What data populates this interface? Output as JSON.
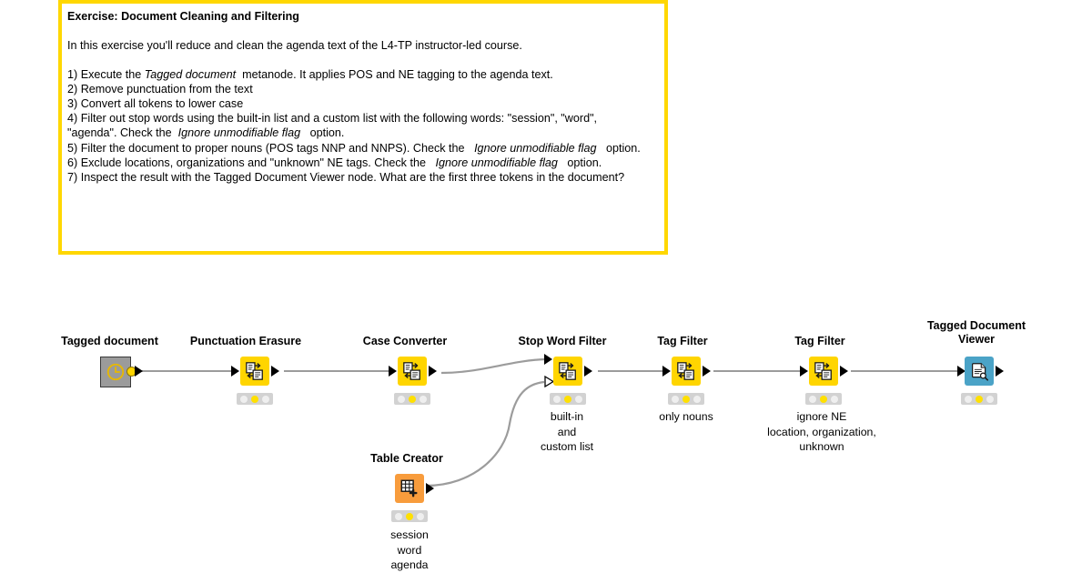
{
  "annotation": {
    "title": "Exercise: Document Cleaning and Filtering",
    "intro": "In this exercise you'll reduce and clean the agenda text of the L4-TP instructor-led course.",
    "step1_a": "1) Execute the ",
    "step1_i": "Tagged document",
    "step1_b": "  metanode. It applies POS and NE tagging to the agenda text.",
    "step2": "2) Remove punctuation from the text",
    "step3": "3) Convert all tokens to lower case",
    "step4_a": "4) Filter out stop words using the built-in list and a custom list with the following words: \"session\", \"word\",",
    "step4_b": "\"agenda\". Check the  ",
    "step4_i": "Ignore unmodifiable flag",
    "step4_c": "   option.",
    "step5_a": "5) Filter the document to proper nouns (POS tags NNP and NNPS). Check the   ",
    "step5_i": "Ignore unmodifiable flag",
    "step5_b": "   option.",
    "step6_a": "6) Exclude locations, organizations and \"unknown\" NE tags. Check the   ",
    "step6_i": "Ignore unmodifiable flag",
    "step6_b": "   option.",
    "step7": "7) Inspect the result with the Tagged Document Viewer node. What are the first three tokens in the document?",
    "border_color": "#FFD700"
  },
  "workflow": {
    "nodes": [
      {
        "id": "tagged-document",
        "title": "Tagged document",
        "kind": "metanode",
        "icon": "clock-icon",
        "color": "#9B9B9B",
        "subtitle": "",
        "status": null
      },
      {
        "id": "punctuation-erasure",
        "title": "Punctuation Erasure",
        "kind": "node",
        "icon": "document-transform-icon",
        "color": "#FFD500",
        "subtitle": "",
        "status": [
          "off",
          "on",
          "off"
        ]
      },
      {
        "id": "case-converter",
        "title": "Case Converter",
        "kind": "node",
        "icon": "document-transform-icon",
        "color": "#FFD500",
        "subtitle": "",
        "status": [
          "off",
          "on",
          "off"
        ]
      },
      {
        "id": "stop-word-filter",
        "title": "Stop Word Filter",
        "kind": "node",
        "icon": "document-transform-icon",
        "color": "#FFD500",
        "subtitle": "built-in\nand\ncustom list",
        "status": [
          "off",
          "on",
          "off"
        ]
      },
      {
        "id": "tag-filter-nouns",
        "title": "Tag Filter",
        "kind": "node",
        "icon": "document-transform-icon",
        "color": "#FFD500",
        "subtitle": "only nouns",
        "status": [
          "off",
          "on",
          "off"
        ]
      },
      {
        "id": "tag-filter-ne",
        "title": "Tag Filter",
        "kind": "node",
        "icon": "document-transform-icon",
        "color": "#FFD500",
        "subtitle": "ignore NE\nlocation, organization,\nunknown",
        "status": [
          "off",
          "on",
          "off"
        ]
      },
      {
        "id": "tagged-document-viewer",
        "title": "Tagged Document\nViewer",
        "kind": "node",
        "icon": "document-search-icon",
        "color": "#4BA3C7",
        "subtitle": "",
        "status": [
          "off",
          "on",
          "off"
        ]
      },
      {
        "id": "table-creator",
        "title": "Table Creator",
        "kind": "node",
        "icon": "table-plus-icon",
        "color": "#F89C3C",
        "subtitle": "session\nword\nagenda",
        "status": [
          "off",
          "on",
          "off"
        ]
      }
    ]
  }
}
